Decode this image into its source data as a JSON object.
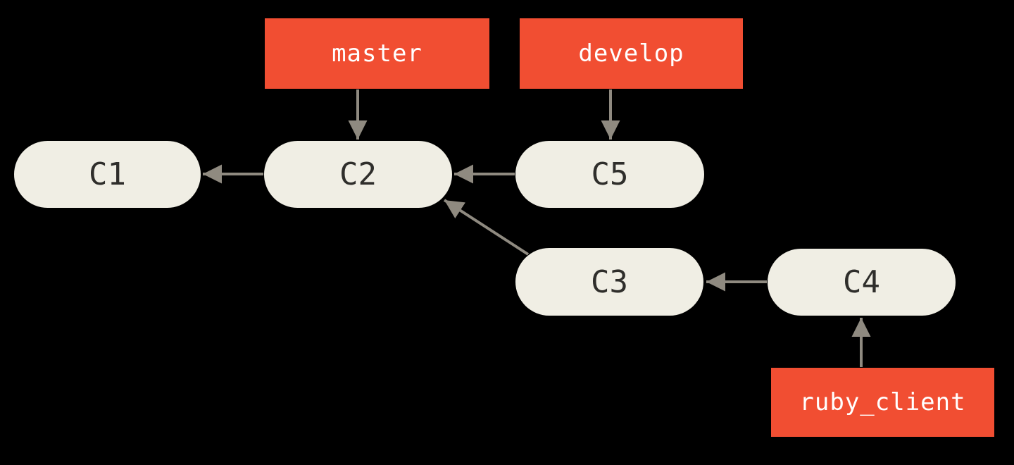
{
  "diagram": {
    "description": "Git commit history graph with branch pointers",
    "colors": {
      "background": "#000000",
      "branch_label_bg": "#f14e32",
      "branch_label_text": "#ffffff",
      "commit_bg": "#f0eee4",
      "commit_text": "#2f2e2b",
      "arrow": "#8f8a80"
    },
    "branches": [
      {
        "id": "master",
        "label": "master"
      },
      {
        "id": "develop",
        "label": "develop"
      },
      {
        "id": "ruby_client",
        "label": "ruby_client"
      }
    ],
    "commits": [
      {
        "id": "C1",
        "label": "C1"
      },
      {
        "id": "C2",
        "label": "C2"
      },
      {
        "id": "C5",
        "label": "C5"
      },
      {
        "id": "C3",
        "label": "C3"
      },
      {
        "id": "C4",
        "label": "C4"
      }
    ],
    "edges": [
      {
        "from": "master",
        "to": "C2",
        "type": "branch-pointer"
      },
      {
        "from": "develop",
        "to": "C5",
        "type": "branch-pointer"
      },
      {
        "from": "ruby_client",
        "to": "C4",
        "type": "branch-pointer"
      },
      {
        "from": "C2",
        "to": "C1",
        "type": "parent"
      },
      {
        "from": "C5",
        "to": "C2",
        "type": "parent"
      },
      {
        "from": "C3",
        "to": "C2",
        "type": "parent"
      },
      {
        "from": "C4",
        "to": "C3",
        "type": "parent"
      }
    ]
  }
}
